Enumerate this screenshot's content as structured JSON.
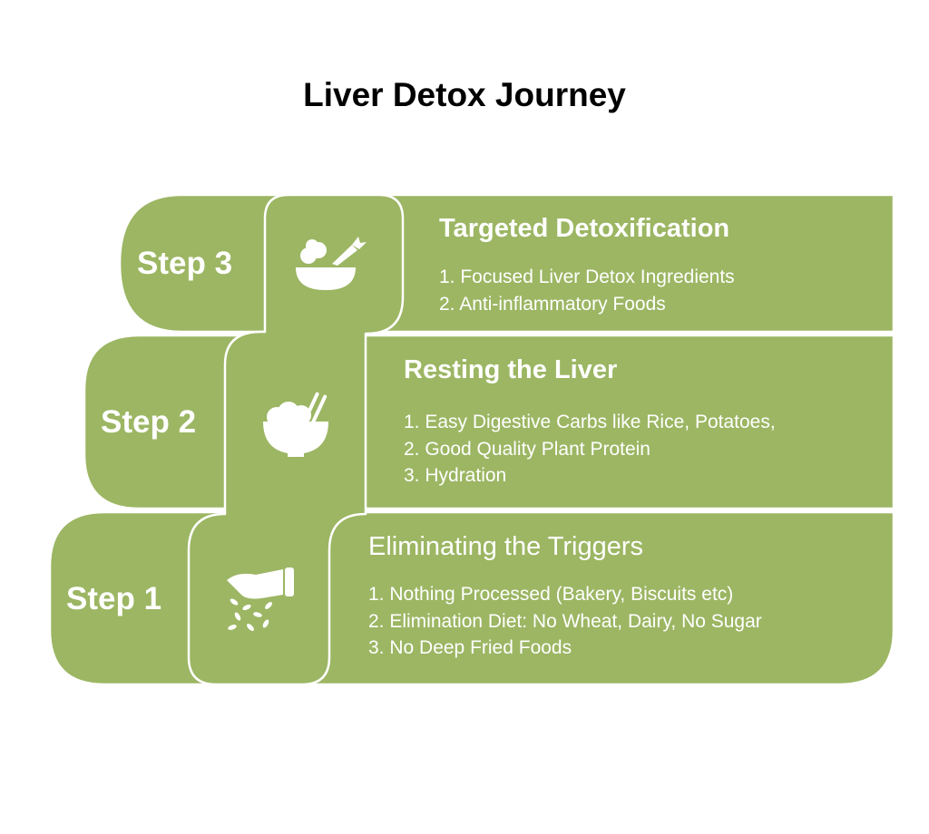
{
  "title": "Liver Detox Journey",
  "colors": {
    "fill": "#9cb663",
    "stroke": "#ffffff",
    "text": "#ffffff"
  },
  "steps": [
    {
      "label": "Step 3",
      "icon": "salad-bowl-icon",
      "heading": "Targeted Detoxification",
      "items": [
        "1. Focused Liver Detox Ingredients",
        "2. Anti-inflammatory Foods"
      ]
    },
    {
      "label": "Step 2",
      "icon": "rice-bowl-chopsticks-icon",
      "heading": "Resting the Liver",
      "items": [
        "1. Easy Digestive Carbs like Rice, Potatoes,",
        "2. Good Quality Plant Protein",
        "3. Hydration"
      ]
    },
    {
      "label": "Step 1",
      "icon": "hand-pouring-seeds-icon",
      "heading": "Eliminating the Triggers",
      "items": [
        "1. Nothing Processed (Bakery, Biscuits etc)",
        "2. Elimination Diet: No Wheat, Dairy, No Sugar",
        "3. No Deep Fried Foods"
      ]
    }
  ]
}
